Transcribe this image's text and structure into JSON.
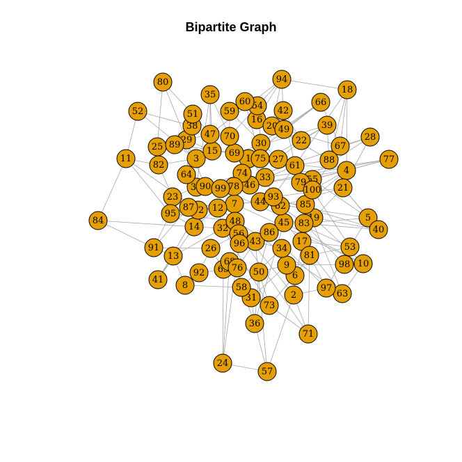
{
  "title": "Bipartite Graph",
  "colors": {
    "vertex_fill": "#E69F00",
    "vertex_stroke": "#000000",
    "edge": "#A6A6A6"
  },
  "nodes": [
    "1",
    "2",
    "3",
    "4",
    "5",
    "6",
    "7",
    "8",
    "9",
    "10",
    "11",
    "12",
    "13",
    "14",
    "15",
    "16",
    "17",
    "18",
    "19",
    "20",
    "21",
    "22",
    "23",
    "24",
    "25",
    "26",
    "27",
    "28",
    "29",
    "30",
    "31",
    "32",
    "33",
    "34",
    "35",
    "36",
    "37",
    "38",
    "39",
    "40",
    "41",
    "42",
    "43",
    "44",
    "45",
    "46",
    "47",
    "48",
    "49",
    "50",
    "51",
    "52",
    "53",
    "54",
    "55",
    "56",
    "57",
    "58",
    "59",
    "60",
    "61",
    "62",
    "63",
    "64",
    "65",
    "66",
    "67",
    "68",
    "69",
    "70",
    "71",
    "72",
    "73",
    "74",
    "75",
    "76",
    "77",
    "78",
    "79",
    "80",
    "81",
    "82",
    "83",
    "84",
    "85",
    "86",
    "87",
    "88",
    "89",
    "90",
    "91",
    "92",
    "93",
    "94",
    "95",
    "96",
    "97",
    "98",
    "99",
    "100"
  ],
  "edges": [
    [
      "80",
      "51"
    ],
    [
      "52",
      "38"
    ],
    [
      "52",
      "11"
    ],
    [
      "11",
      "84"
    ],
    [
      "11",
      "82"
    ],
    [
      "11",
      "95"
    ],
    [
      "84",
      "91"
    ],
    [
      "91",
      "13"
    ],
    [
      "91",
      "95"
    ],
    [
      "41",
      "13"
    ],
    [
      "13",
      "8"
    ],
    [
      "8",
      "92"
    ],
    [
      "92",
      "26"
    ],
    [
      "35",
      "47"
    ],
    [
      "35",
      "70"
    ],
    [
      "94",
      "18"
    ],
    [
      "94",
      "42"
    ],
    [
      "94",
      "16"
    ],
    [
      "94",
      "20"
    ],
    [
      "18",
      "67"
    ],
    [
      "18",
      "88"
    ],
    [
      "18",
      "4"
    ],
    [
      "66",
      "49"
    ],
    [
      "66",
      "67"
    ],
    [
      "39",
      "22"
    ],
    [
      "39",
      "88"
    ],
    [
      "28",
      "21"
    ],
    [
      "28",
      "67"
    ],
    [
      "77",
      "4"
    ],
    [
      "77",
      "55"
    ],
    [
      "4",
      "21"
    ],
    [
      "4",
      "100"
    ],
    [
      "21",
      "19"
    ],
    [
      "5",
      "40"
    ],
    [
      "5",
      "53"
    ],
    [
      "5",
      "83"
    ],
    [
      "5",
      "21"
    ],
    [
      "40",
      "19"
    ],
    [
      "53",
      "98"
    ],
    [
      "53",
      "81"
    ],
    [
      "98",
      "10"
    ],
    [
      "10",
      "63"
    ],
    [
      "63",
      "97"
    ],
    [
      "97",
      "2"
    ],
    [
      "97",
      "53"
    ],
    [
      "2",
      "71"
    ],
    [
      "2",
      "57"
    ],
    [
      "2",
      "6"
    ],
    [
      "71",
      "73"
    ],
    [
      "57",
      "36"
    ],
    [
      "57",
      "24"
    ],
    [
      "24",
      "68"
    ],
    [
      "36",
      "31"
    ],
    [
      "36",
      "58"
    ],
    [
      "73",
      "31"
    ],
    [
      "73",
      "50"
    ],
    [
      "31",
      "58"
    ],
    [
      "58",
      "76"
    ],
    [
      "50",
      "9"
    ],
    [
      "9",
      "6"
    ],
    [
      "9",
      "34"
    ],
    [
      "6",
      "81"
    ],
    [
      "81",
      "17"
    ],
    [
      "17",
      "45"
    ],
    [
      "34",
      "86"
    ],
    [
      "86",
      "43"
    ],
    [
      "43",
      "96"
    ],
    [
      "96",
      "56"
    ],
    [
      "56",
      "48"
    ],
    [
      "48",
      "32"
    ],
    [
      "32",
      "12"
    ],
    [
      "12",
      "72"
    ],
    [
      "72",
      "87"
    ],
    [
      "87",
      "23"
    ],
    [
      "23",
      "37"
    ],
    [
      "37",
      "64"
    ],
    [
      "64",
      "3"
    ],
    [
      "3",
      "89"
    ],
    [
      "89",
      "29"
    ],
    [
      "29",
      "38"
    ],
    [
      "38",
      "51"
    ],
    [
      "51",
      "47"
    ],
    [
      "47",
      "15"
    ],
    [
      "15",
      "69"
    ],
    [
      "69",
      "70"
    ],
    [
      "70",
      "59"
    ],
    [
      "59",
      "60"
    ],
    [
      "60",
      "54"
    ],
    [
      "54",
      "16"
    ],
    [
      "16",
      "20"
    ],
    [
      "20",
      "49"
    ],
    [
      "49",
      "42"
    ],
    [
      "42",
      "22"
    ],
    [
      "22",
      "27"
    ],
    [
      "27",
      "75"
    ],
    [
      "75",
      "30"
    ],
    [
      "30",
      "1"
    ],
    [
      "1",
      "74"
    ],
    [
      "74",
      "78"
    ],
    [
      "78",
      "99"
    ],
    [
      "99",
      "90"
    ],
    [
      "90",
      "64"
    ],
    [
      "46",
      "33"
    ],
    [
      "33",
      "93"
    ],
    [
      "93",
      "62"
    ],
    [
      "62",
      "44"
    ],
    [
      "44",
      "7"
    ],
    [
      "7",
      "12"
    ],
    [
      "79",
      "55"
    ],
    [
      "55",
      "100"
    ],
    [
      "100",
      "85"
    ],
    [
      "85",
      "83"
    ],
    [
      "83",
      "19"
    ],
    [
      "45",
      "86"
    ],
    [
      "14",
      "12"
    ],
    [
      "14",
      "95"
    ],
    [
      "26",
      "65"
    ],
    [
      "65",
      "68"
    ],
    [
      "68",
      "76"
    ],
    [
      "76",
      "50"
    ],
    [
      "61",
      "79"
    ],
    [
      "61",
      "27"
    ],
    [
      "25",
      "82"
    ],
    [
      "25",
      "38"
    ],
    [
      "82",
      "23"
    ],
    [
      "23",
      "95"
    ],
    [
      "3",
      "15"
    ],
    [
      "46",
      "61"
    ],
    [
      "44",
      "85"
    ],
    [
      "93",
      "45"
    ],
    [
      "62",
      "83"
    ],
    [
      "1",
      "33"
    ],
    [
      "7",
      "48"
    ],
    [
      "17",
      "53"
    ],
    [
      "34",
      "9"
    ],
    [
      "6",
      "2"
    ],
    [
      "43",
      "34"
    ],
    [
      "88",
      "61"
    ],
    [
      "67",
      "100"
    ],
    [
      "4",
      "85"
    ],
    [
      "80",
      "25"
    ],
    [
      "35",
      "15"
    ],
    [
      "94",
      "70"
    ],
    [
      "66",
      "30"
    ],
    [
      "39",
      "69"
    ],
    [
      "28",
      "79"
    ],
    [
      "41",
      "14"
    ],
    [
      "91",
      "26"
    ],
    [
      "13",
      "32"
    ],
    [
      "8",
      "58"
    ],
    [
      "92",
      "76"
    ],
    [
      "24",
      "65"
    ],
    [
      "36",
      "50"
    ],
    [
      "71",
      "81"
    ],
    [
      "63",
      "17"
    ],
    [
      "10",
      "45"
    ],
    [
      "40",
      "83"
    ],
    [
      "97",
      "86"
    ],
    [
      "98",
      "9"
    ],
    [
      "77",
      "46"
    ],
    [
      "52",
      "3"
    ],
    [
      "84",
      "14"
    ],
    [
      "11",
      "72"
    ],
    [
      "18",
      "93"
    ],
    [
      "5",
      "44"
    ],
    [
      "21",
      "62"
    ],
    [
      "66",
      "1"
    ],
    [
      "39",
      "74"
    ],
    [
      "28",
      "99"
    ],
    [
      "80",
      "90"
    ],
    [
      "35",
      "37"
    ],
    [
      "94",
      "47"
    ],
    [
      "57",
      "43"
    ],
    [
      "24",
      "96"
    ],
    [
      "2",
      "48"
    ],
    [
      "71",
      "56"
    ],
    [
      "73",
      "32"
    ],
    [
      "10",
      "7"
    ],
    [
      "63",
      "12"
    ],
    [
      "41",
      "72"
    ],
    [
      "91",
      "87"
    ],
    [
      "53",
      "99"
    ],
    [
      "40",
      "78"
    ],
    [
      "77",
      "33"
    ],
    [
      "4",
      "1"
    ],
    [
      "60",
      "75"
    ],
    [
      "54",
      "30"
    ],
    [
      "59",
      "27"
    ],
    [
      "16",
      "22"
    ],
    [
      "20",
      "88"
    ],
    [
      "49",
      "67"
    ],
    [
      "42",
      "61"
    ],
    [
      "51",
      "64"
    ],
    [
      "29",
      "15"
    ],
    [
      "89",
      "69"
    ],
    [
      "25",
      "47"
    ],
    [
      "82",
      "3"
    ],
    [
      "64",
      "99"
    ],
    [
      "37",
      "78"
    ],
    [
      "90",
      "74"
    ],
    [
      "87",
      "44"
    ],
    [
      "72",
      "7"
    ],
    [
      "23",
      "12"
    ],
    [
      "95",
      "48"
    ],
    [
      "14",
      "32"
    ],
    [
      "26",
      "56"
    ],
    [
      "65",
      "96"
    ],
    [
      "76",
      "43"
    ],
    [
      "58",
      "34"
    ],
    [
      "31",
      "9"
    ],
    [
      "50",
      "86"
    ],
    [
      "73",
      "6"
    ],
    [
      "36",
      "45"
    ],
    [
      "2",
      "17"
    ],
    [
      "97",
      "81"
    ],
    [
      "98",
      "83"
    ],
    [
      "10",
      "19"
    ],
    [
      "63",
      "85"
    ],
    [
      "53",
      "100"
    ],
    [
      "5",
      "55"
    ],
    [
      "40",
      "21"
    ],
    [
      "77",
      "79"
    ],
    [
      "4",
      "46"
    ],
    [
      "21",
      "93"
    ]
  ]
}
